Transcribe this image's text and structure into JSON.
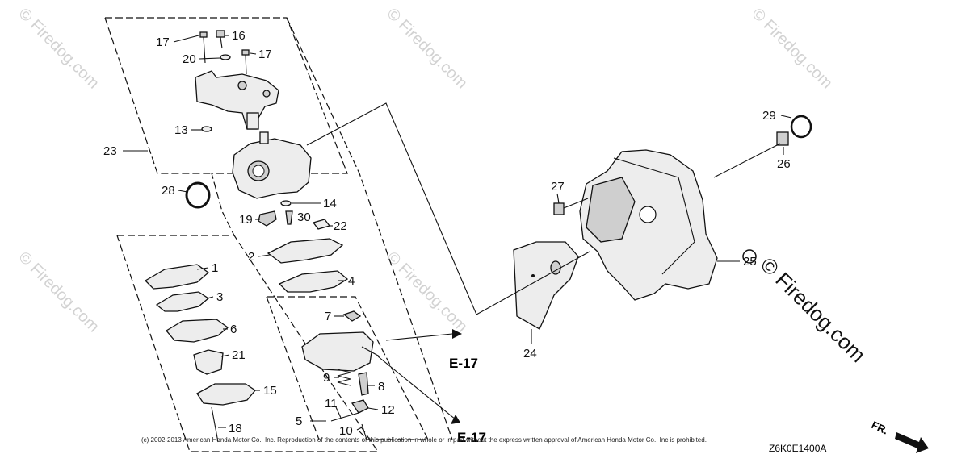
{
  "callouts": {
    "c1": "1",
    "c2": "2",
    "c3": "3",
    "c4": "4",
    "c5": "5",
    "c6": "6",
    "c7": "7",
    "c8": "8",
    "c9": "9",
    "c10": "10",
    "c11": "11",
    "c12": "12",
    "c13": "13",
    "c14": "14",
    "c15": "15",
    "c16": "16",
    "c17a": "17",
    "c17b": "17",
    "c18": "18",
    "c19": "19",
    "c20": "20",
    "c21": "21",
    "c22": "22",
    "c23": "23",
    "c24": "24",
    "c25": "25",
    "c26": "26",
    "c27": "27",
    "c28": "28",
    "c29": "29",
    "c30": "30"
  },
  "references": {
    "ref_a": "E-17",
    "ref_b": "E-17"
  },
  "watermark": {
    "text": "© Firedog.com"
  },
  "footer": {
    "copyright": "(c) 2002-2013 American Honda Motor Co., Inc. Reproduction of the contents of this publication in whole or in part without the express written approval of American Honda Motor Co., Inc is prohibited.",
    "diagram_code": "Z6K0E1400A",
    "direction_label": "FR."
  }
}
